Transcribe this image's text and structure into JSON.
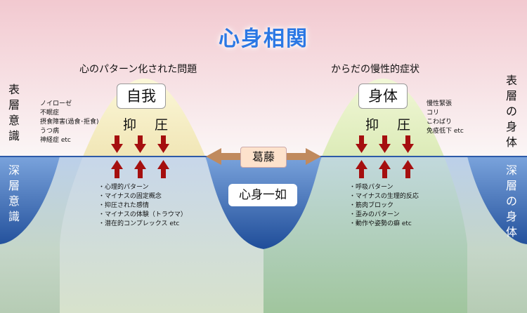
{
  "title": "心身相関",
  "heading_left": "心のパターン化された問題",
  "heading_right": "からだの慢性的症状",
  "left_label_top": "表層意識",
  "left_label_bottom": "深層意識",
  "right_label_top": "表層の身体",
  "right_label_bottom": "深層の身体",
  "ego_box": "自我",
  "body_box": "身体",
  "press_label_left": "抑 圧",
  "press_label_right": "抑 圧",
  "conflict": "葛藤",
  "oneness": "心身一如",
  "left_symptoms": [
    "ノイローゼ",
    "不眠症",
    "摂食障害(過食･拒食)",
    "うつ病",
    "神経症 etc"
  ],
  "right_symptoms": [
    "慢性緊張",
    "コリ",
    "こわばり",
    "免疫低下 etc"
  ],
  "left_deep": [
    "・心理的パターン",
    "・マイナスの固定概念",
    "・抑圧された感情",
    "・マイナスの体験（トラウマ）",
    "・潜在的コンプレックス etc"
  ],
  "right_deep": [
    "・呼吸パターン",
    "・マイナスの生理的反応",
    "・筋肉ブロック",
    "・歪みのパターン",
    "・動作や姿勢の癖 etc"
  ],
  "colors": {
    "title": "#2b78e4",
    "arrow": "#a50f0f",
    "conflict_arrow": "#c08a5e",
    "deep_blue": "#2d5aa8"
  }
}
